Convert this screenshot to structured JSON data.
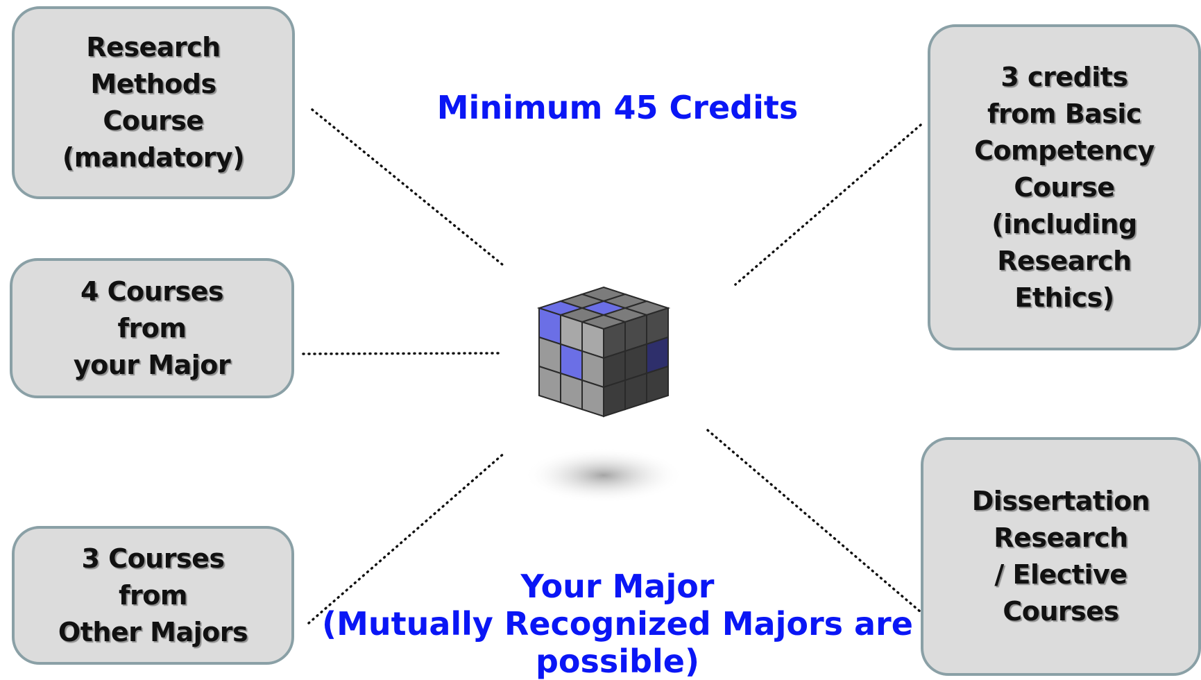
{
  "header": {
    "title": "Minimum 45 Credits"
  },
  "boxes": {
    "research_methods": "Research\nMethods\nCourse\n(mandatory)",
    "major_courses": "4 Courses\nfrom\nyour Major",
    "other_majors": "3 Courses\nfrom\nOther Majors",
    "basic_competency": "3 credits\nfrom Basic\nCompetency\nCourse\n(including\nResearch\nEthics)",
    "dissertation": "Dissertation\nResearch\n/ Elective\nCourses"
  },
  "footer": {
    "major_label": "Your Major\n(Mutually Recognized Majors are\npossible)"
  },
  "colors": {
    "accent_text": "#0a16f5",
    "box_fill": "#dcdcdc",
    "box_border": "#8aa0a6",
    "cube_blue": "#6b6fe6",
    "cube_gray": "#8a8a8a"
  },
  "icons": {
    "center": "rubiks-cube-icon"
  }
}
